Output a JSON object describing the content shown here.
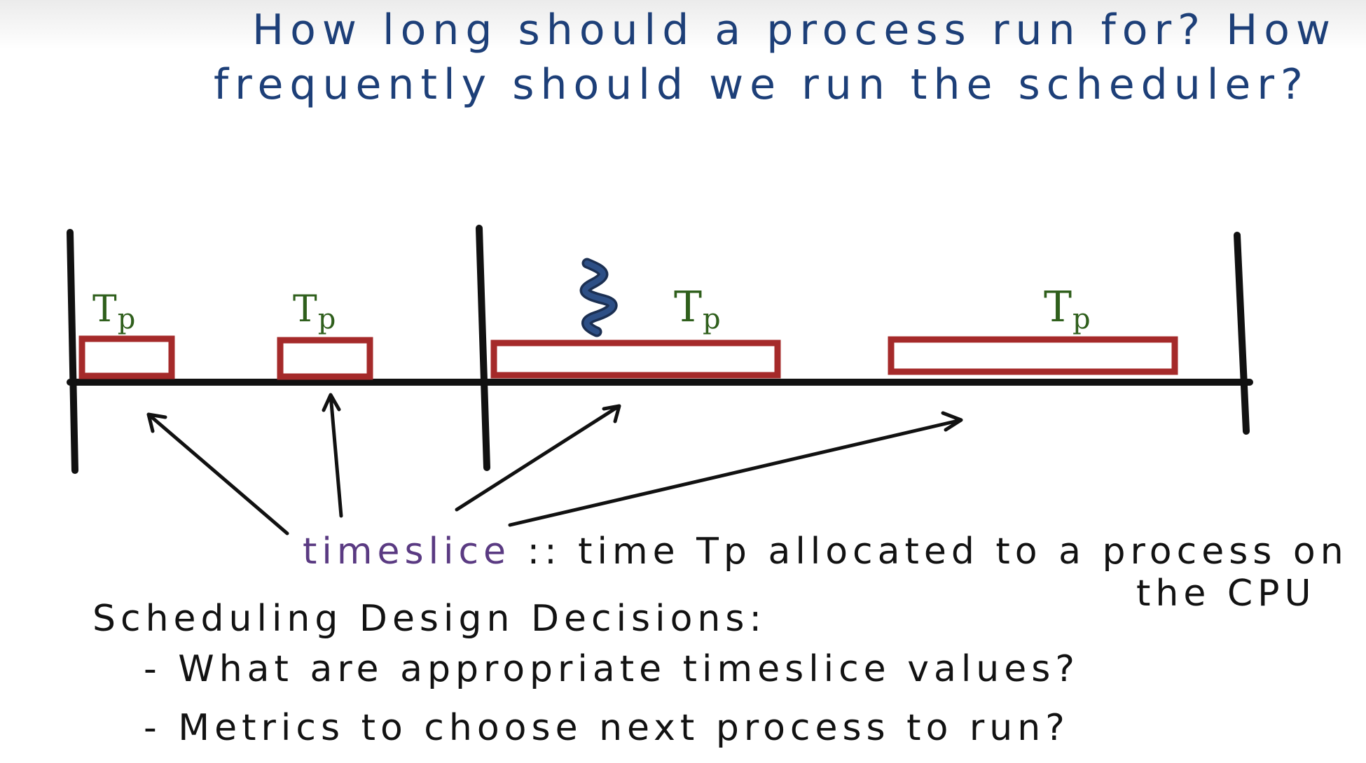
{
  "question": {
    "line1": "How long should a process run for?  How",
    "line2": "frequently should we run the scheduler?"
  },
  "timeline": {
    "segment_labels": [
      {
        "main": "T",
        "sub": "p"
      },
      {
        "main": "T",
        "sub": "p"
      },
      {
        "main": "T",
        "sub": "p"
      },
      {
        "main": "T",
        "sub": "p"
      }
    ]
  },
  "definition": {
    "term": "timeslice",
    "rest": " :: time Tp allocated to a process on",
    "cont": "the CPU"
  },
  "decisions": {
    "heading": "Scheduling Design Decisions:",
    "items": [
      "- What are appropriate timeslice values?",
      "- Metrics to choose next process to run?"
    ]
  },
  "colors": {
    "title_ink": "#1d3f78",
    "label_ink": "#2f5f1c",
    "box_outline": "#a52a2a",
    "term_ink": "#5a3a82",
    "thread_icon": "#2d4f86",
    "body_ink": "#121212"
  }
}
